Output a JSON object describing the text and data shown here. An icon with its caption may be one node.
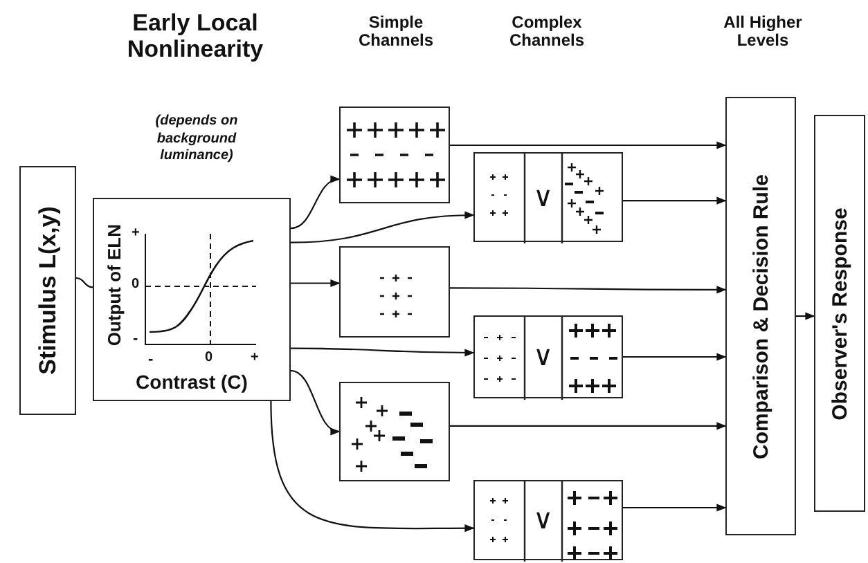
{
  "diagram": {
    "nodes": [
      {
        "text": [
          "Stimulus L(x,y)"
        ]
      },
      {
        "text": [
          "+",
          "0",
          "-",
          "Output of ELN",
          "-",
          "0",
          "+",
          "Contrast (C)"
        ]
      },
      {
        "text": [],
        "shape": "picture"
      },
      {
        "text": [],
        "shape": "picture"
      },
      {
        "text": [],
        "shape": "picture"
      },
      {
        "text": [
          "∨"
        ]
      },
      {
        "text": [
          "∨"
        ]
      },
      {
        "text": [
          "∨"
        ]
      },
      {
        "text": [
          "Comparison & Decision Rule"
        ]
      },
      {
        "text": [
          "Observer's Response"
        ]
      }
    ],
    "edges": [
      {
        "from": 0,
        "to": 1,
        "arrow": "none"
      },
      {
        "from": 1,
        "to": 2,
        "arrow": "to"
      },
      {
        "from": 1,
        "to": 5,
        "arrow": "to"
      },
      {
        "from": 1,
        "to": 3,
        "arrow": "to"
      },
      {
        "from": 1,
        "to": 6,
        "arrow": "to"
      },
      {
        "from": 1,
        "to": 4,
        "arrow": "to"
      },
      {
        "from": 1,
        "to": 7,
        "arrow": "to"
      },
      {
        "from": 2,
        "to": 8,
        "arrow": "to"
      },
      {
        "from": 5,
        "to": 8,
        "arrow": "to"
      },
      {
        "from": 3,
        "to": 8,
        "arrow": "to"
      },
      {
        "from": 6,
        "to": 8,
        "arrow": "to"
      },
      {
        "from": 4,
        "to": 8,
        "arrow": "to"
      },
      {
        "from": 7,
        "to": 8,
        "arrow": "to"
      },
      {
        "from": 8,
        "to": 9,
        "arrow": "to"
      }
    ],
    "labels": [
      "Early Local Nonlinearity",
      "Simple Channels",
      "Complex Channels",
      "All Higher Levels",
      "(depends on background luminance)"
    ]
  }
}
